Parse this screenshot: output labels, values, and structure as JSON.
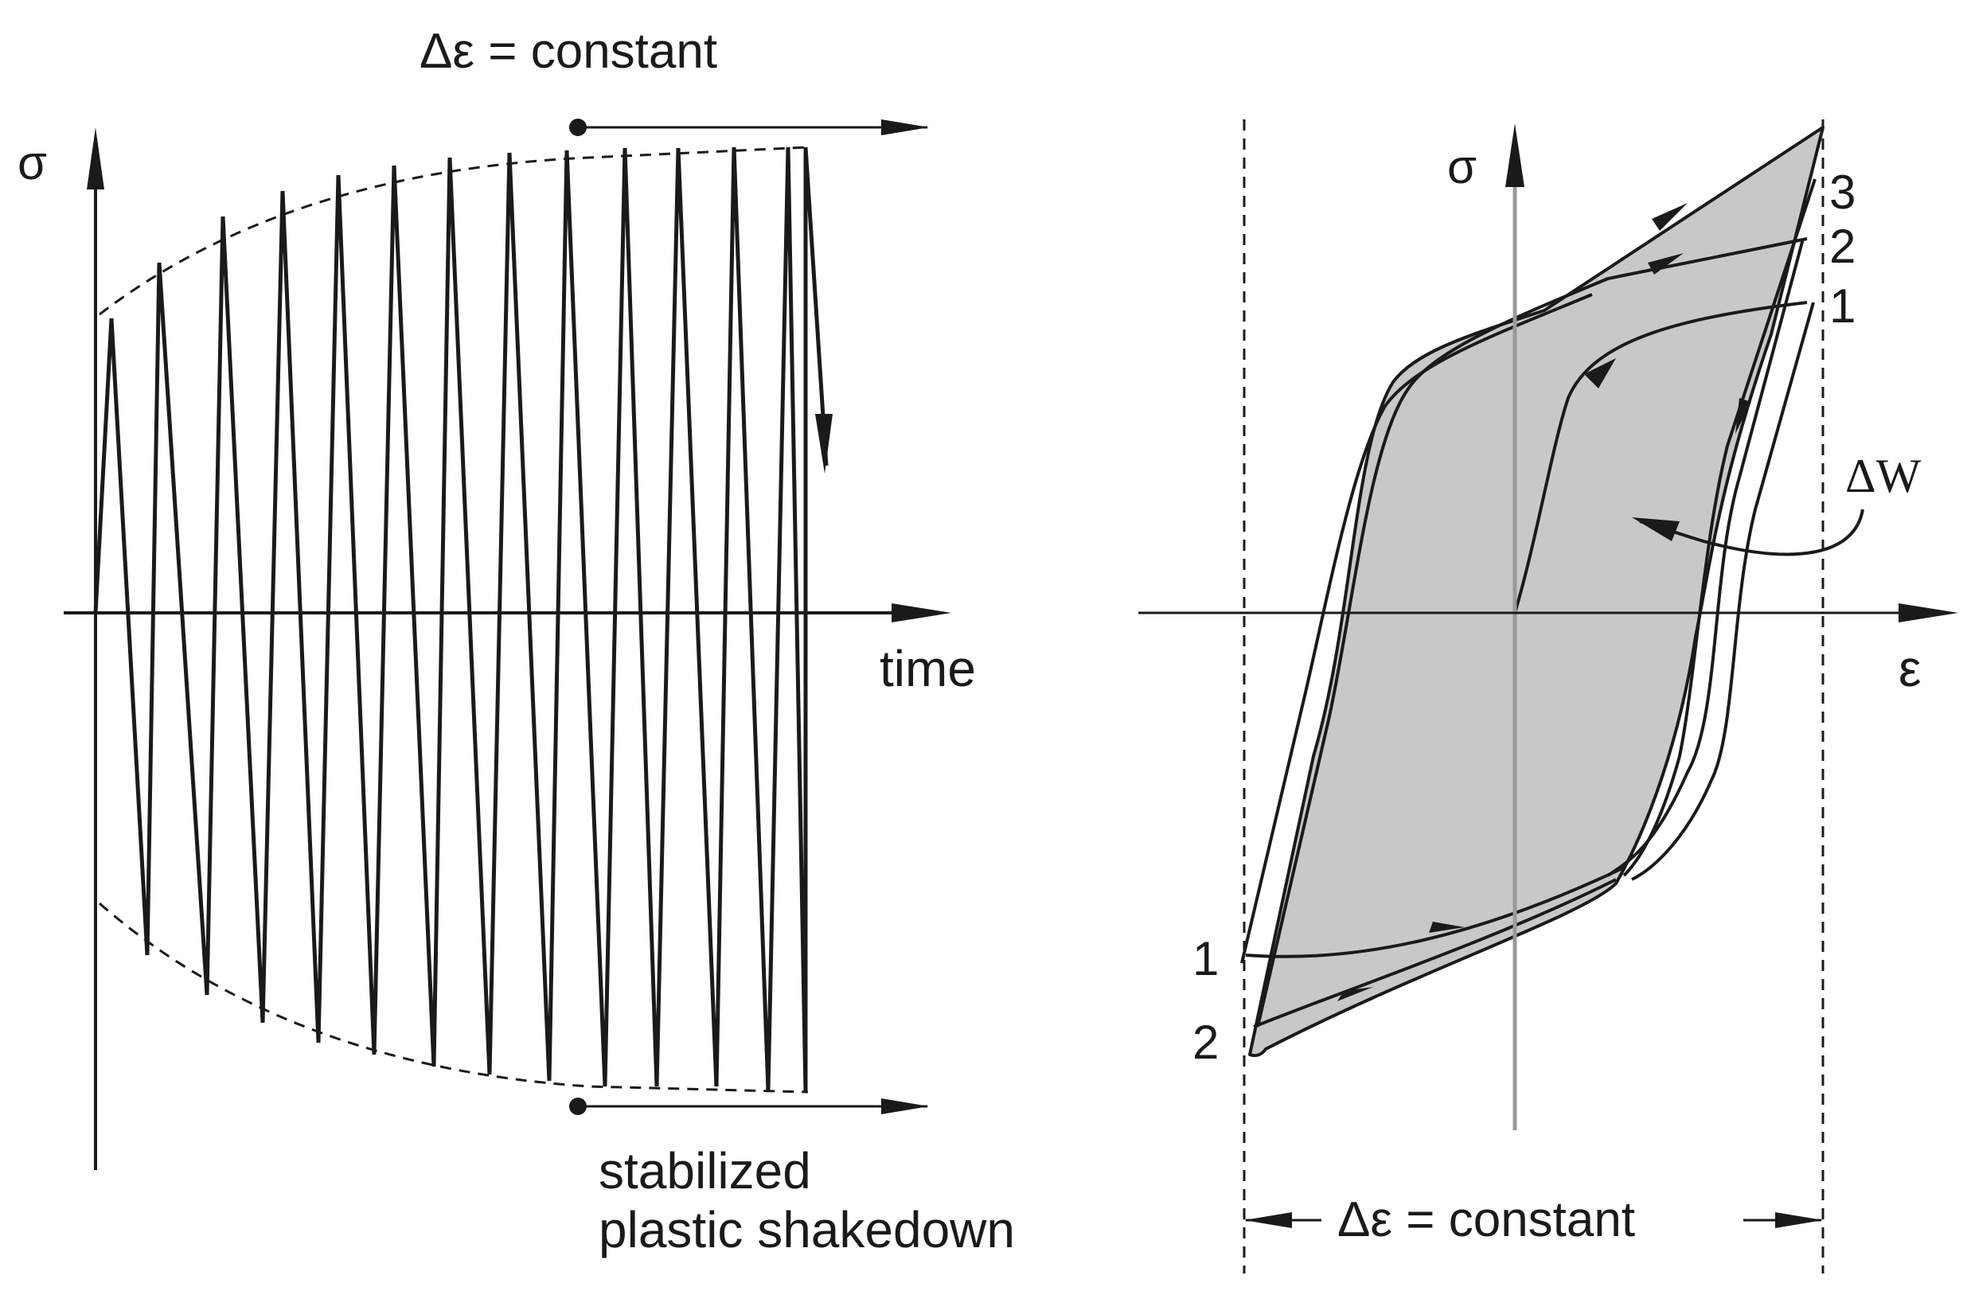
{
  "left_panel": {
    "delta_eps_label": "Δε = constant",
    "y_axis_label": "σ",
    "x_axis_label": "time",
    "caption_line1": "stabilized",
    "caption_line2": "plastic shakedown"
  },
  "right_panel": {
    "y_axis_label": "σ",
    "x_axis_label": "ε",
    "energy_label": "ΔW",
    "cycle_top": [
      "3",
      "2",
      "1"
    ],
    "cycle_bottom": [
      "1",
      "2"
    ],
    "delta_eps_label": "Δε = constant"
  },
  "colors": {
    "ink": "#1a1a1a",
    "loop_fill": "#c8c8c8",
    "axis_grey": "#9a9a9a"
  }
}
